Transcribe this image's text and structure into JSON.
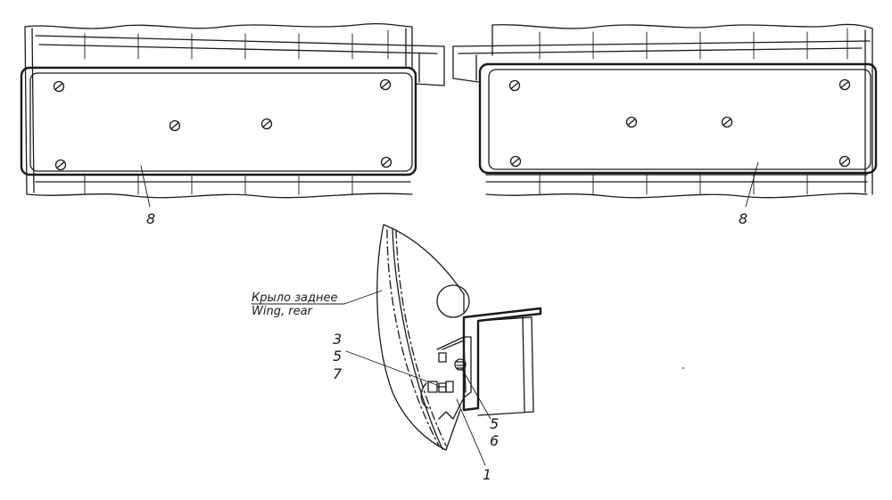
{
  "callouts": {
    "part_8_left": "8",
    "part_8_right": "8",
    "part_3": "3",
    "part_5_left": "5",
    "part_7": "7",
    "part_5_right": "5",
    "part_6": "6",
    "part_1": "1"
  },
  "labels": {
    "wing_ru": "Крыло заднее",
    "wing_en": "Wing, rear"
  }
}
